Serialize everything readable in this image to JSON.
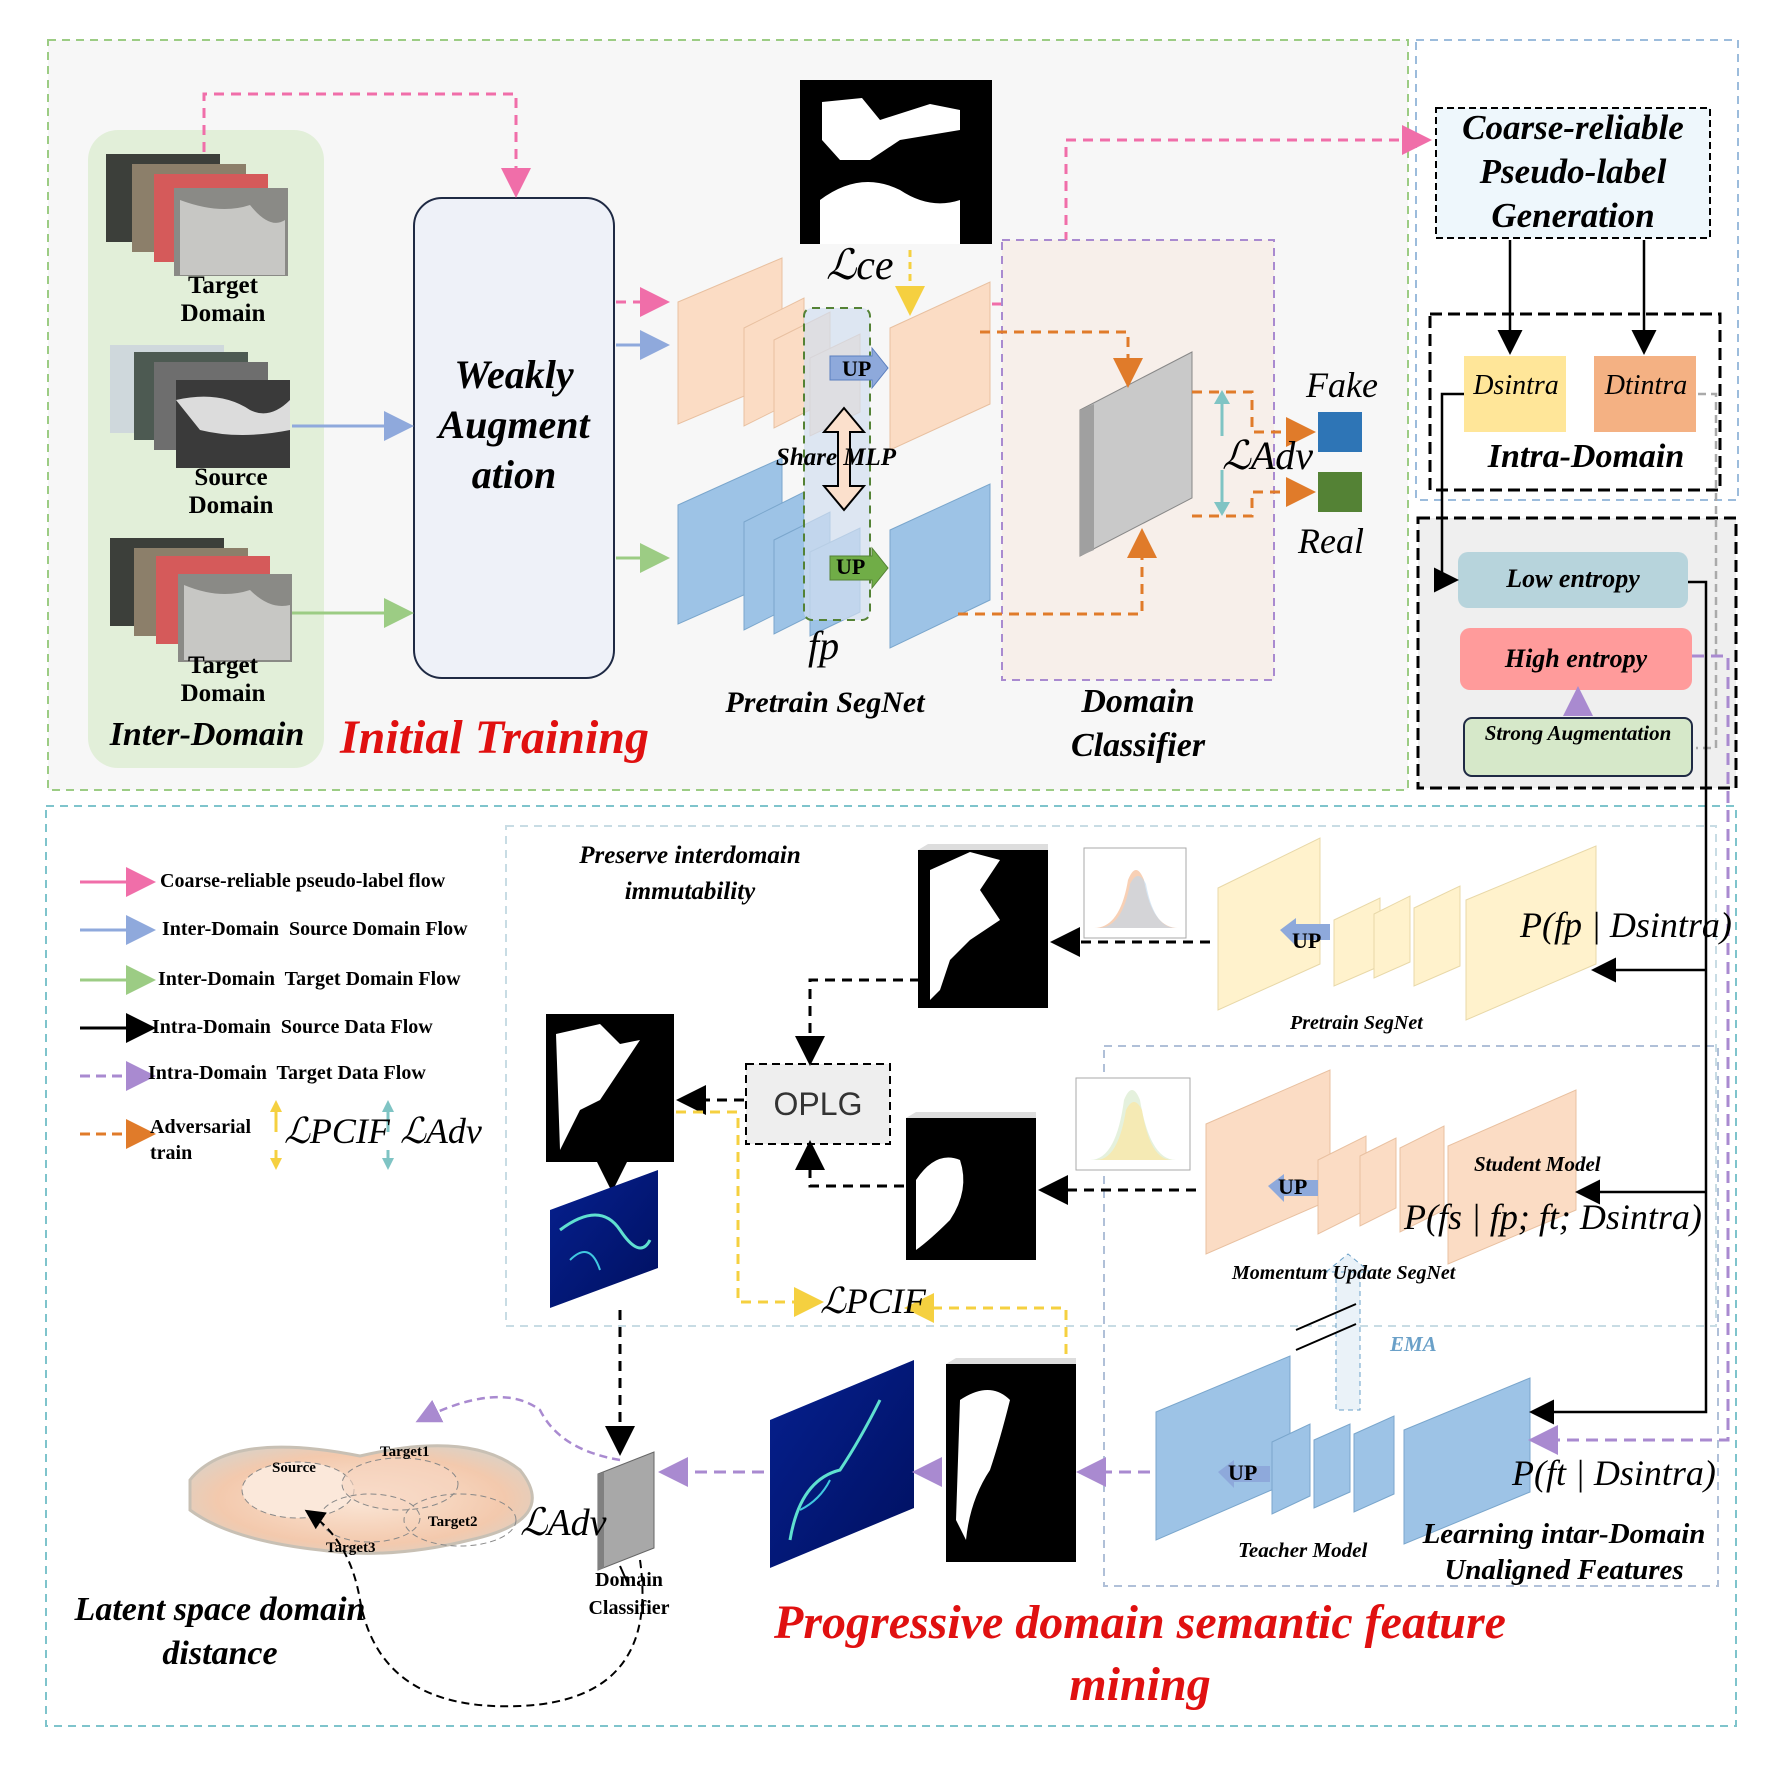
{
  "colors": {
    "pink_flow": "#f06ea9",
    "blue_flow": "#8fa9dc",
    "green_flow": "#9ccc84",
    "black_flow": "#000000",
    "purple_flow": "#a98ad0",
    "orange_flow": "#e07b2a",
    "yellow_loss": "#f5d040",
    "teal_loss": "#7fc4c4",
    "title_red": "#e01010",
    "fake_box": "#2e75b6",
    "real_box": "#548235"
  },
  "top": {
    "target_domain_label_1": "Target Domain",
    "source_domain_label": "Source Domain",
    "target_domain_label_2": "Target Domain",
    "inter_domain_label": "Inter-Domain",
    "weak_aug_label": "Weakly Augment ation",
    "initial_training_title": "Initial Training",
    "loss_ce": "ℒce",
    "up_label_1": "UP",
    "up_label_2": "UP",
    "share_mlp": "Share MLP",
    "fp_label": "fp",
    "pretrain_segnet": "Pretrain SegNet",
    "domain_classifier": "Domain Classifier",
    "loss_adv": "ℒAdv",
    "fake_label": "Fake",
    "real_label": "Real"
  },
  "right": {
    "pseudo_label_box": "Coarse-reliable Pseudo-label Generation",
    "d_intra_s": "Dsintra",
    "d_intra_t": "Dtintra",
    "intra_domain_label": "Intra-Domain",
    "low_entropy": "Low entropy",
    "high_entropy": "High entropy",
    "strong_aug": "Strong Augmentation"
  },
  "legend": {
    "items": [
      {
        "label": "Coarse-reliable pseudo-label flow"
      },
      {
        "label": "Inter-Domain  Source Domain Flow"
      },
      {
        "label": "Inter-Domain  Target Domain Flow"
      },
      {
        "label": "Intra-Domain  Source Data Flow"
      },
      {
        "label": "Intra-Domain  Target Data Flow"
      }
    ],
    "adv_label": "Adversarial train",
    "loss_pcif": "ℒPCIF",
    "loss_adv": "ℒAdv"
  },
  "bottom": {
    "preserve_label": "Preserve interdomain immutability",
    "oplg": "OPLG",
    "loss_pcif": "ℒPCIF",
    "pretrain_segnet": "Pretrain SegNet",
    "p_fp": "P(fp | Dsintra)",
    "student_model": "Student Model",
    "p_fs": "P(fs | fp; ft; Dsintra)",
    "momentum_label": "Momentum Update SegNet",
    "ema": "EMA",
    "teacher_model": "Teacher Model",
    "p_ft": "P(ft | Dsintra)",
    "learning_label": "Learning intar-Domain Unaligned Features",
    "up_1": "UP",
    "up_2": "UP",
    "up_3": "UP",
    "loss_adv": "ℒAdv",
    "domain_classifier": "Domain Classifier",
    "latent_label": "Latent space domain distance",
    "source": "Source",
    "target1": "Target1",
    "target2": "Target2",
    "target3": "Target3",
    "progressive_title": "Progressive domain semantic feature mining"
  }
}
